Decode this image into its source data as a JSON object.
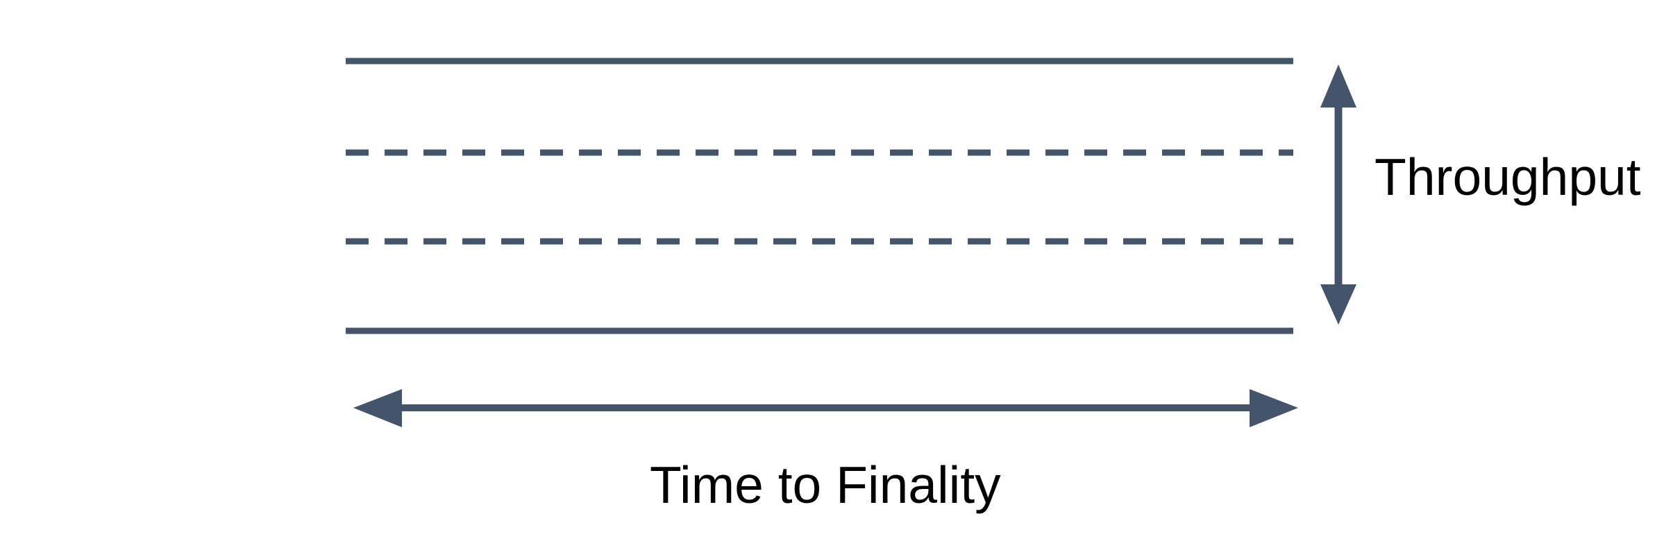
{
  "diagram": {
    "type": "conceptual-tradeoff-diagram",
    "background_color": "#FFFFFF",
    "stroke_color": "#44546A",
    "text_color": "#000000",
    "labels": {
      "vertical_axis": "Throughput",
      "horizontal_axis": "Time to Finality"
    },
    "lanes": {
      "description": "Four horizontal lane lines forming a road-like band",
      "x_start": 498,
      "x_end": 1863,
      "stroke_width": 9,
      "lines": [
        {
          "id": "lane-line-top-solid",
          "style": "solid",
          "y": 88
        },
        {
          "id": "lane-line-dashed-upper",
          "style": "dashed",
          "y": 220,
          "dash": 33,
          "gap": 23
        },
        {
          "id": "lane-line-dashed-lower",
          "style": "dashed",
          "y": 348,
          "dash": 33,
          "gap": 23
        },
        {
          "id": "lane-line-bottom-solid",
          "style": "solid",
          "y": 477
        }
      ]
    },
    "arrows": [
      {
        "id": "throughput-arrow",
        "orientation": "vertical",
        "direction": "double",
        "x": 1928,
        "y_top": 93,
        "y_bottom": 468,
        "shaft_width": 11,
        "head_width": 52,
        "head_length": 62,
        "measures": "Throughput"
      },
      {
        "id": "time-to-finality-arrow",
        "orientation": "horizontal",
        "direction": "double",
        "y": 588,
        "x_left": 509,
        "x_right": 1870,
        "shaft_width": 10,
        "head_width": 55,
        "head_length": 70,
        "measures": "Time to Finality"
      }
    ]
  },
  "chart_data": {
    "type": "diagram",
    "title": "",
    "xlabel": "Time to Finality",
    "ylabel": "Throughput",
    "annotations": [
      "Throughput",
      "Time to Finality"
    ],
    "series": [
      {
        "name": "lane-line-top-solid",
        "style": "solid",
        "y": 88
      },
      {
        "name": "lane-line-dashed-upper",
        "style": "dashed",
        "y": 220
      },
      {
        "name": "lane-line-dashed-lower",
        "style": "dashed",
        "y": 348
      },
      {
        "name": "lane-line-bottom-solid",
        "style": "solid",
        "y": 477
      }
    ],
    "grid": false,
    "legend": "none"
  }
}
